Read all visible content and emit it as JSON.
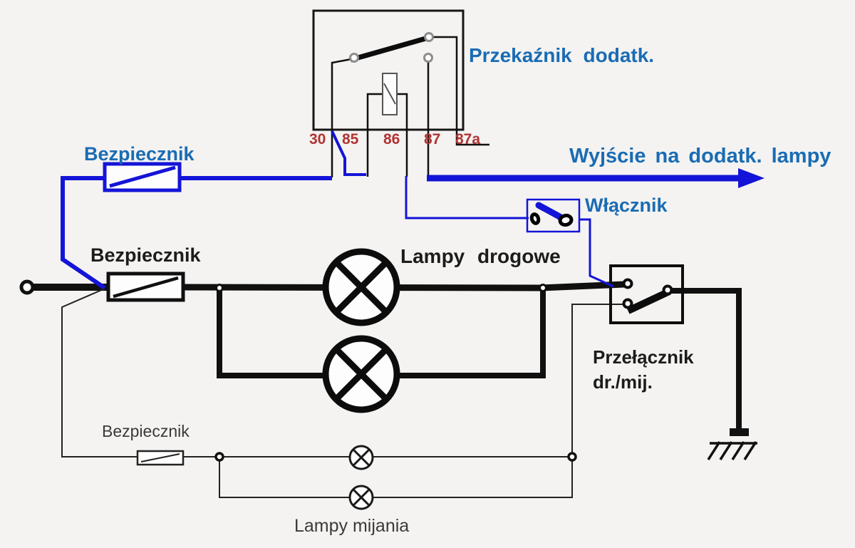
{
  "colors": {
    "background": "#f4f3f1",
    "wire_blue": "#1414d8",
    "label_blue": "#1a6cb4",
    "pin_red": "#b03434",
    "wire_black": "#101010",
    "gray_label": "#3a3a3a"
  },
  "labels": {
    "fuse_top": "Bezpiecznik",
    "relay": "Przekaźnik dodatk.",
    "output": "Wyjście na dodatk. lampy",
    "switch": "Włącznik",
    "fuse_mid": "Bezpiecznik",
    "high_beams": "Lampy drogowe",
    "selector_line1": "Przełącznik",
    "selector_line2": "dr./mij.",
    "fuse_bottom": "Bezpiecznik",
    "low_beams": "Lampy mijania"
  },
  "relay_pins": [
    "30",
    "85",
    "86",
    "87",
    "87a"
  ]
}
